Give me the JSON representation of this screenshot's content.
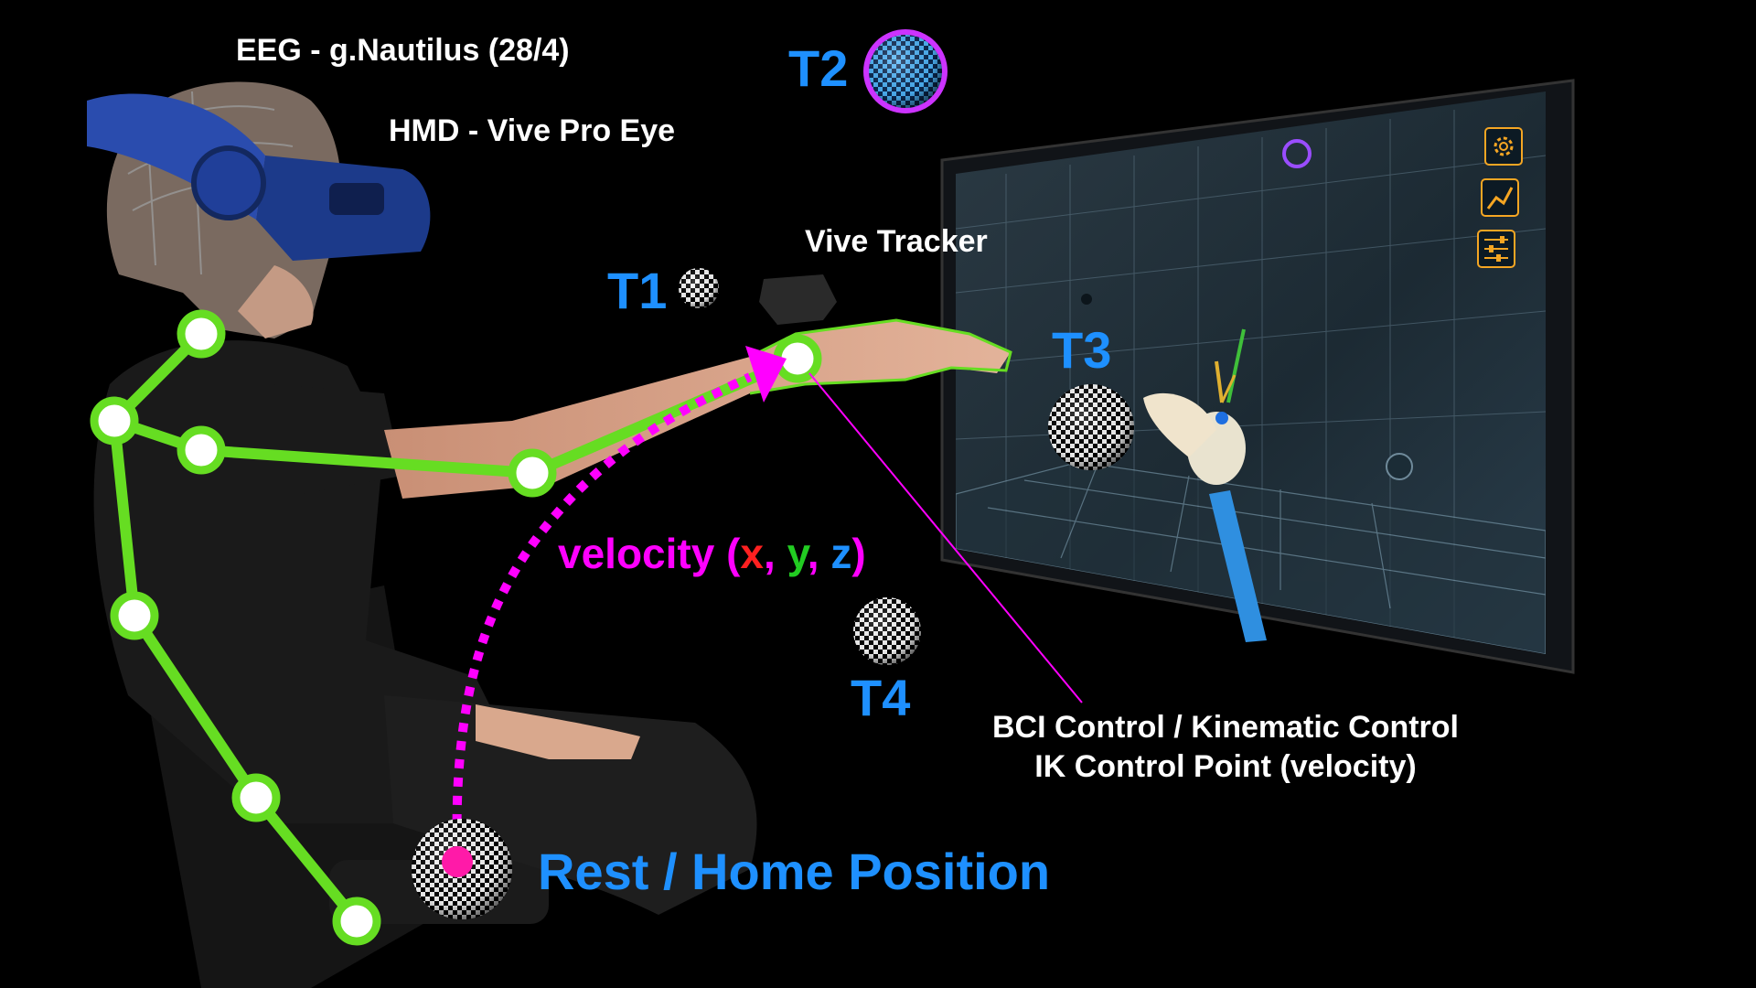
{
  "labels": {
    "eeg": "EEG - g.Nautilus (28/4)",
    "hmd": "HMD - Vive Pro Eye",
    "vive_tracker": "Vive Tracker",
    "t1": "T1",
    "t2": "T2",
    "t3": "T3",
    "t4": "T4",
    "rest_home": "Rest / Home Position",
    "velocity": {
      "prefix": "velocity (",
      "x": "x",
      "sep1": ", ",
      "y": "y",
      "sep2": ", ",
      "z": "z",
      "suffix": ")"
    },
    "control_line1": "BCI Control / Kinematic Control",
    "control_line2": "IK Control Point (velocity)"
  },
  "colors": {
    "background": "#000000",
    "skeleton": "#66dd22",
    "target_label": "#1e90ff",
    "velocity_path": "#ff00ff",
    "axis_x": "#ff2020",
    "axis_y": "#22cc22",
    "axis_z": "#1e90ff",
    "t2_ring": "#cc33ff",
    "hud_accent": "#f5a623"
  },
  "icons": {
    "hud_buttons": [
      "gear-icon",
      "line-chart-icon",
      "sliders-icon"
    ]
  }
}
